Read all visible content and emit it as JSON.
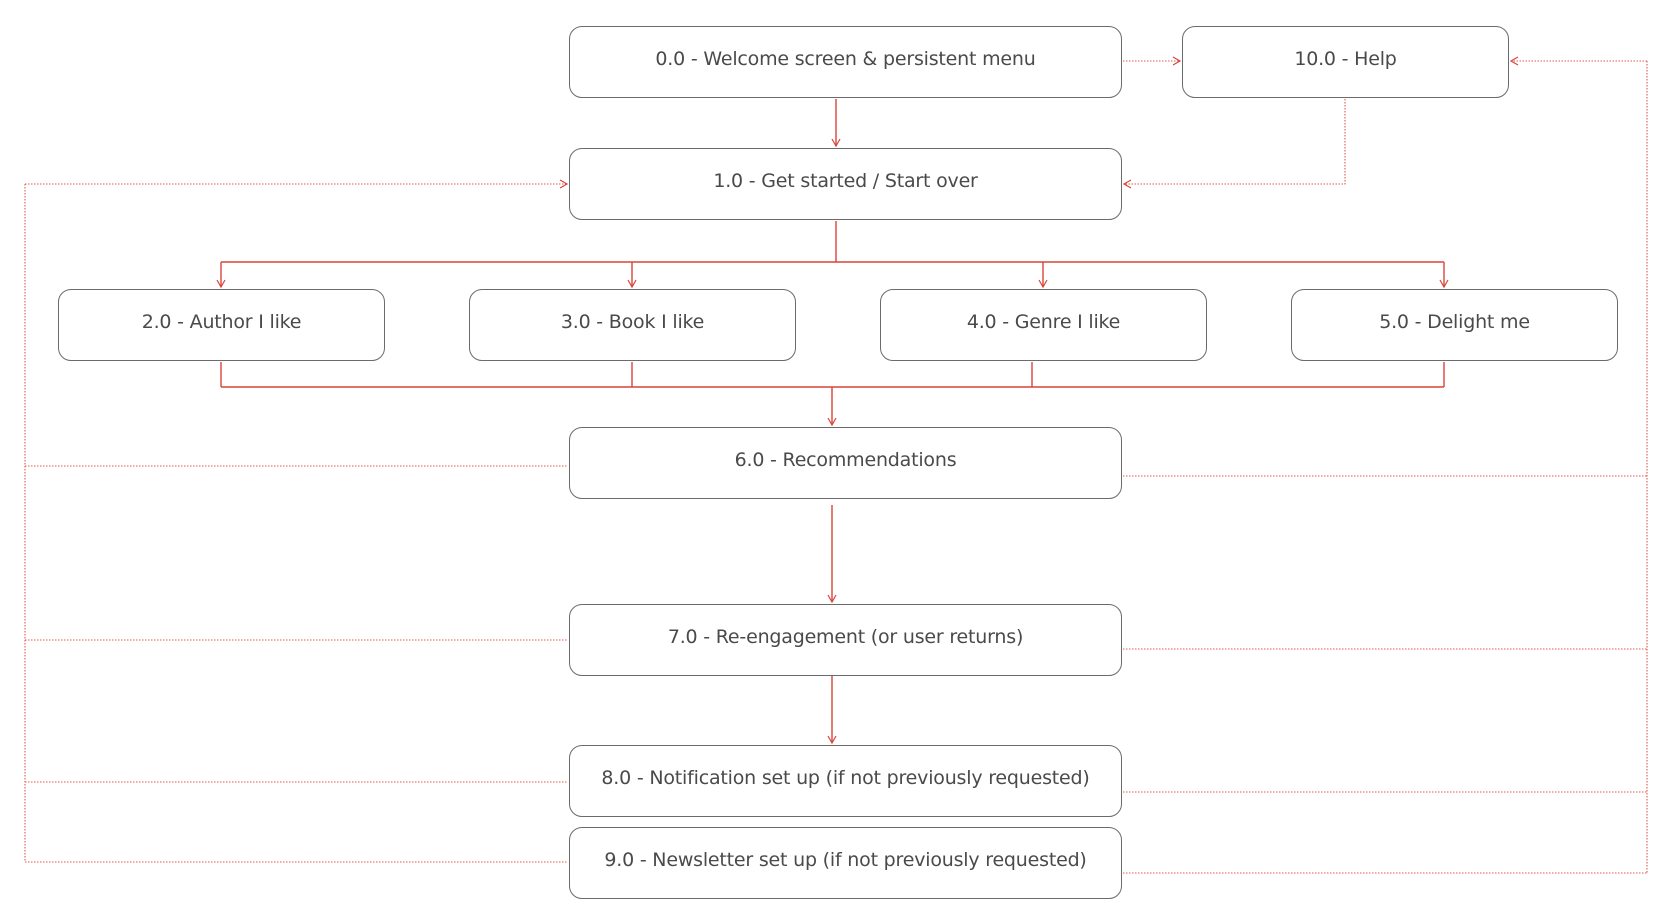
{
  "nodes": {
    "n0": "0.0 - Welcome screen & persistent menu",
    "n10": "10.0 - Help",
    "n1": "1.0 - Get started / Start over",
    "n2": "2.0 - Author I like",
    "n3": "3.0 - Book I like",
    "n4": "4.0 - Genre I like",
    "n5": "5.0 - Delight me",
    "n6": "6.0 - Recommendations",
    "n7": "7.0 - Re-engagement (or user returns)",
    "n8": "8.0 - Notification set up (if not previously requested)",
    "n9": "9.0 - Newsletter set up (if not previously requested)"
  },
  "colors": {
    "connector": "#d9453a",
    "node_border": "#6b6b6b",
    "node_text": "#4a4a4a"
  }
}
